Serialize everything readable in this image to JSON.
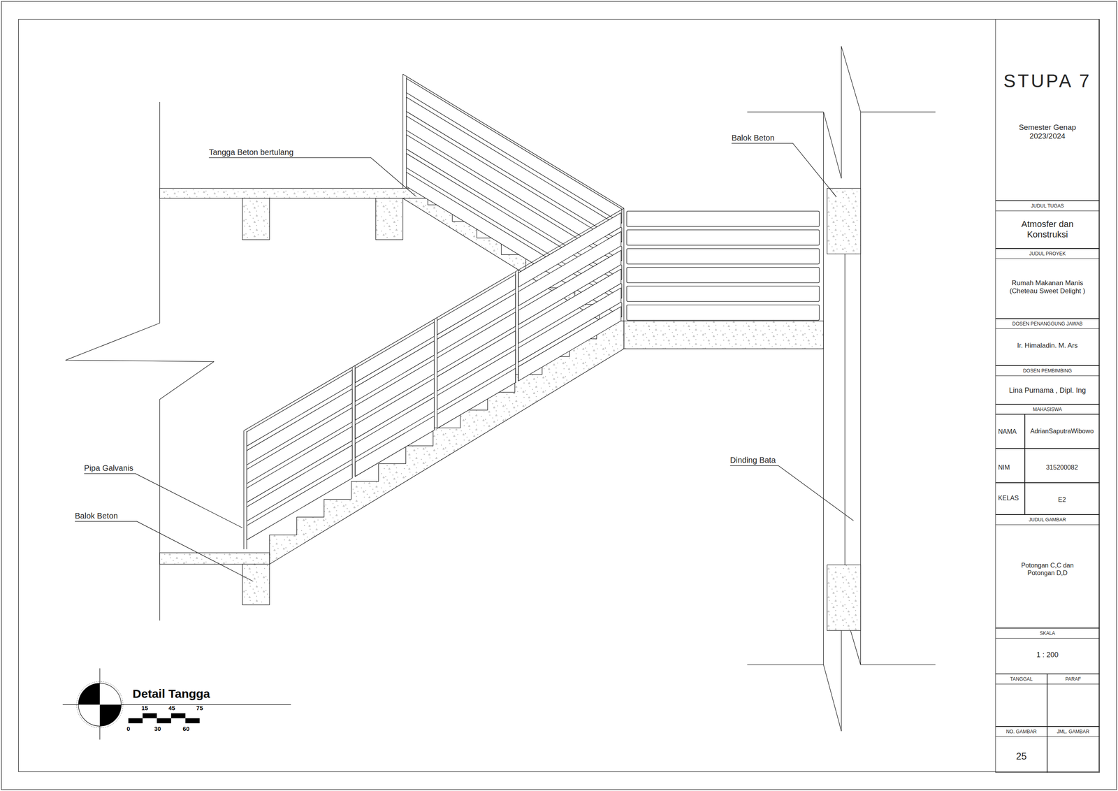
{
  "diagram": {
    "title": "Detail Tangga",
    "nodes": [
      {
        "text": [
          "STUPA 7",
          "Semester Genap 2023/2024"
        ]
      },
      {
        "text": [
          "JUDUL TUGAS",
          "Atmosfer dan Konstruksi"
        ]
      },
      {
        "text": [
          "JUDUL PROYEK",
          "Rumah Makanan Manis (Cheteau Sweet Delight )"
        ]
      },
      {
        "text": [
          "DOSEN PENANGGUNG JAWAB",
          "Ir. Himaladin. M. Ars"
        ]
      },
      {
        "text": [
          "DOSEN PEMBIMBING",
          "Lina Purnama , Dipl. Ing"
        ]
      },
      {
        "text": [
          "MAHASISWA"
        ]
      },
      {
        "text": [
          "NAMA"
        ]
      },
      {
        "text": [
          "AdrianSaputraWibowo"
        ]
      },
      {
        "text": [
          "NIM"
        ]
      },
      {
        "text": [
          "315200082"
        ]
      },
      {
        "text": [
          "KELAS"
        ]
      },
      {
        "text": [
          "E2"
        ]
      },
      {
        "text": [
          "JUDUL GAMBAR",
          "Potongan C,C dan Potongan D,D"
        ]
      },
      {
        "text": [
          "SKALA",
          "1 : 200"
        ]
      },
      {
        "text": [
          "TANGGAL"
        ]
      },
      {
        "text": [
          "PARAF"
        ]
      },
      {
        "text": [
          "NO. GAMBAR",
          "25"
        ]
      },
      {
        "text": [
          "JML. GAMBAR"
        ]
      }
    ],
    "labels": [
      "Tangga Beton bertulang",
      "Balok Beton",
      "Pipa Galvanis",
      "Balok Beton",
      "Dinding Bata",
      "15",
      "45",
      "75",
      "0",
      "30",
      "60"
    ]
  }
}
